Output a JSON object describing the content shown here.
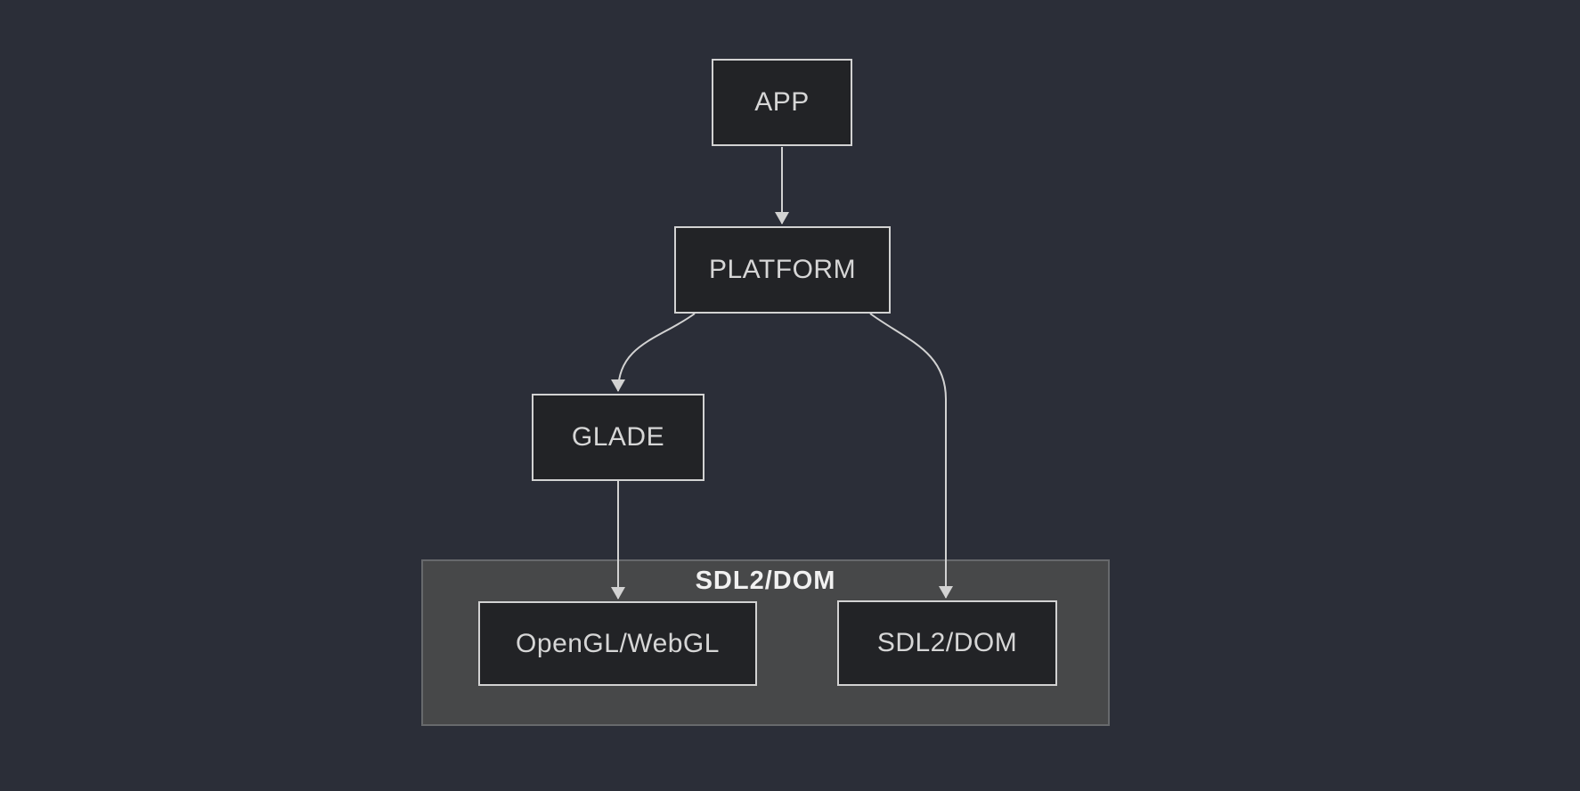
{
  "diagram": {
    "type": "flowchart",
    "background_color": "#2b2e38",
    "node_fill_color": "#222326",
    "node_border_color": "#d2d2d2",
    "edge_color": "#d2d2d2",
    "node_text_color": "#d6d6d6",
    "subgraph_fill_color": "#474849",
    "subgraph_label_color": "#f1f1f1",
    "nodes": [
      {
        "id": "app",
        "label": "APP"
      },
      {
        "id": "platform",
        "label": "PLATFORM"
      },
      {
        "id": "glade",
        "label": "GLADE"
      },
      {
        "id": "opengl",
        "label": "OpenGL/WebGL"
      },
      {
        "id": "sdl2",
        "label": "SDL2/DOM"
      }
    ],
    "subgraph": {
      "label": "SDL2/DOM",
      "contains": [
        "opengl",
        "sdl2"
      ]
    },
    "edges": [
      {
        "from": "app",
        "to": "platform",
        "style": "arrow"
      },
      {
        "from": "platform",
        "to": "glade",
        "style": "arrow"
      },
      {
        "from": "platform",
        "to": "sdl2",
        "style": "arrow"
      },
      {
        "from": "glade",
        "to": "opengl",
        "style": "arrow"
      }
    ]
  }
}
